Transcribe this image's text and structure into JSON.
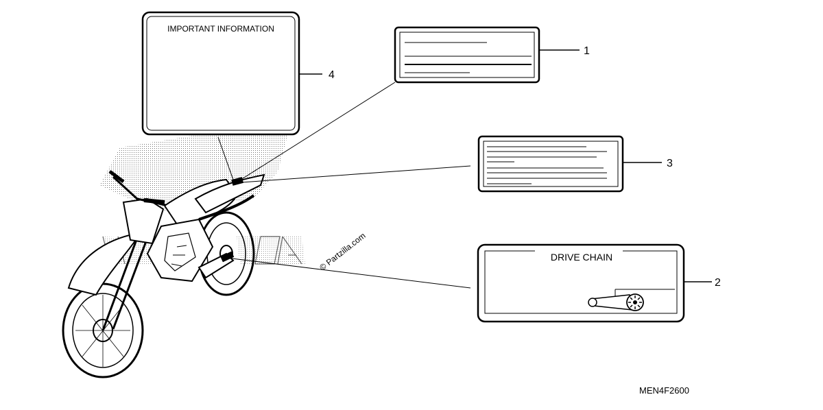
{
  "labels": {
    "important_information": "IMPORTANT INFORMATION",
    "drive_chain": "DRIVE CHAIN"
  },
  "callouts": {
    "c1": "1",
    "c2": "2",
    "c3": "3",
    "c4": "4"
  },
  "watermark": "© Partzilla.com",
  "diagram_code": "MEN4F2600"
}
